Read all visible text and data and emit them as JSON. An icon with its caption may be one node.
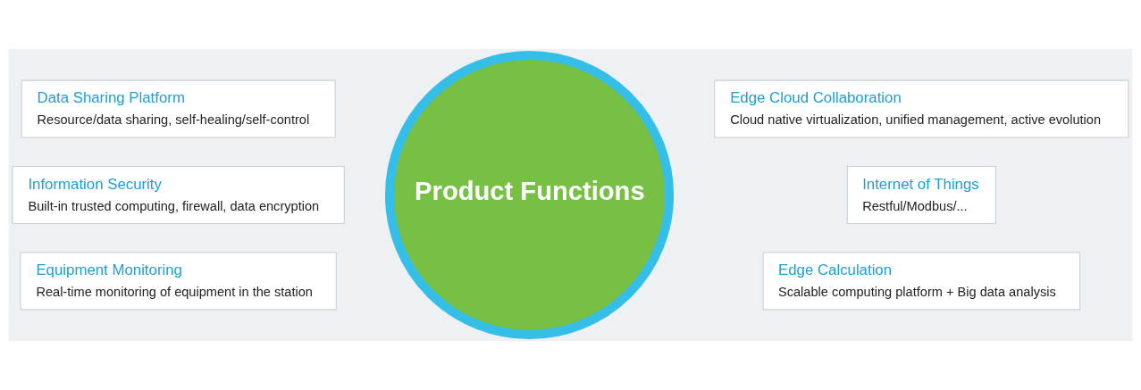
{
  "diagram": {
    "nodes": [
      {
        "text": [
          "Product Functions"
        ]
      },
      {
        "text": [
          "Data Sharing Platform",
          "Resource/data sharing, self-healing/self-control"
        ]
      },
      {
        "text": [
          "Edge Cloud Collaboration",
          "Cloud native virtualization, unified management, active evolution"
        ]
      },
      {
        "text": [
          "Information Security",
          "Built-in trusted computing, firewall, data encryption"
        ]
      },
      {
        "text": [
          "Internet of Things",
          "Restful/Modbus/..."
        ]
      },
      {
        "text": [
          "Equipment Monitoring",
          "Real-time monitoring of equipment in the station"
        ]
      },
      {
        "text": [
          "Edge Calculation",
          "Scalable computing platform + Big data analysis"
        ]
      }
    ],
    "edges": []
  }
}
